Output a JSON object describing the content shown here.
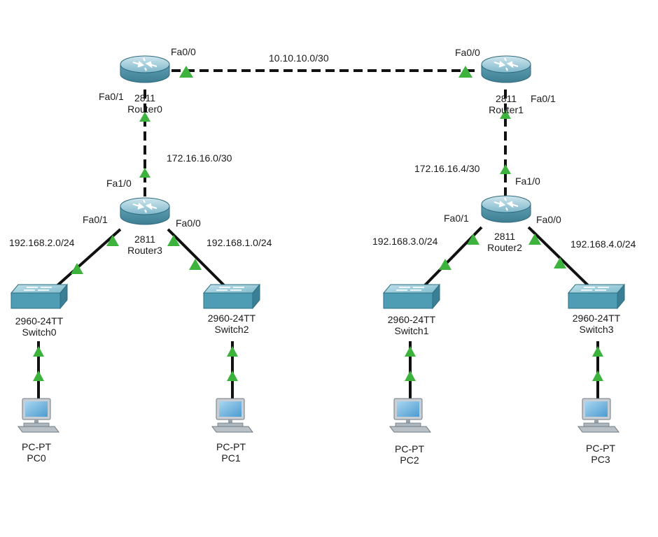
{
  "devices": {
    "router0": {
      "model": "2811",
      "name": "Router0"
    },
    "router1": {
      "model": "2811",
      "name": "Router1"
    },
    "router2": {
      "model": "2811",
      "name": "Router2"
    },
    "router3": {
      "model": "2811",
      "name": "Router3"
    },
    "switch0": {
      "model": "2960-24TT",
      "name": "Switch0"
    },
    "switch1": {
      "model": "2960-24TT",
      "name": "Switch1"
    },
    "switch2": {
      "model": "2960-24TT",
      "name": "Switch2"
    },
    "switch3": {
      "model": "2960-24TT",
      "name": "Switch3"
    },
    "pc0": {
      "model": "PC-PT",
      "name": "PC0"
    },
    "pc1": {
      "model": "PC-PT",
      "name": "PC1"
    },
    "pc2": {
      "model": "PC-PT",
      "name": "PC2"
    },
    "pc3": {
      "model": "PC-PT",
      "name": "PC3"
    }
  },
  "networks": {
    "wan_top": "10.10.10.0/30",
    "left_link": "172.16.16.0/30",
    "right_link": "172.16.16.4/30",
    "lan_sw0": "192.168.2.0/24",
    "lan_sw2": "192.168.1.0/24",
    "lan_sw1": "192.168.3.0/24",
    "lan_sw3": "192.168.4.0/24"
  },
  "interfaces": {
    "r0_fa00": "Fa0/0",
    "r0_fa01": "Fa0/1",
    "r1_fa00": "Fa0/0",
    "r1_fa01": "Fa0/1",
    "r3_fa10": "Fa1/0",
    "r3_fa01": "Fa0/1",
    "r3_fa00": "Fa0/0",
    "r2_fa10": "Fa1/0",
    "r2_fa01": "Fa0/1",
    "r2_fa00": "Fa0/0"
  },
  "colors": {
    "link_up": "#3db33d",
    "router_body": "#5a9fb5",
    "switch_body": "#4f9db5",
    "pc_body": "#9fa9b0",
    "cable": "#111111"
  },
  "icons": {
    "router": "router-icon",
    "switch": "switch-icon",
    "pc": "pc-icon",
    "link_status": "link-up-triangle-icon"
  }
}
